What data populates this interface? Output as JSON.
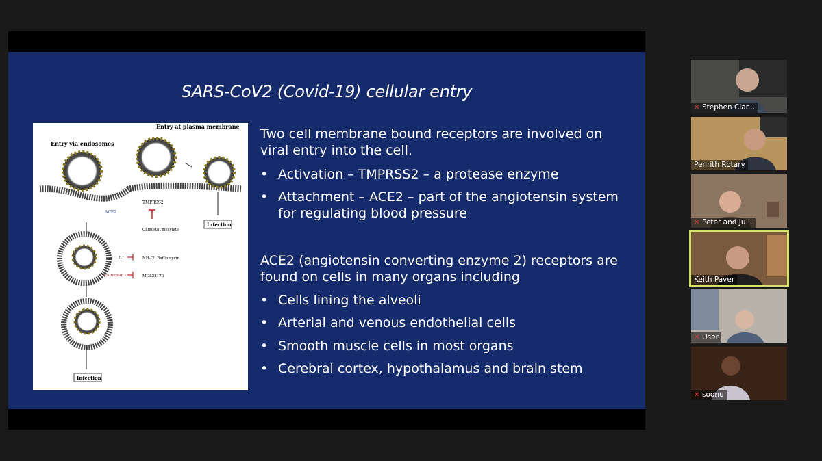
{
  "slide": {
    "title": "SARS-CoV2 (Covid-19) cellular entry",
    "para1": "Two cell membrane bound receptors are involved on viral entry into the cell.",
    "bullets1": [
      "Activation – TMPRSS2 – a protease enzyme",
      "Attachment – ACE2 – part of the angiotensin system for regulating blood pressure"
    ],
    "para2": "ACE2 (angiotensin converting enzyme 2) receptors are found on cells in many organs including",
    "bullets2": [
      "Cells lining the alveoli",
      "Arterial and venous endothelial cells",
      "Smooth muscle cells in most organs",
      "Cerebral cortex, hypothalamus and brain stem"
    ],
    "figure": {
      "entry_plasma": "Entry at plasma membrane",
      "entry_endosomes": "Entry via endosomes",
      "ace2": "ACE2",
      "tmprss2": "TMPRSS2",
      "camostat": "Camostat mesylate",
      "infection": "Infection",
      "nh4cl": "NH₄Cl, Bafilomycin",
      "cathepsin": "Cathepsin L",
      "mdl": "MDL28170",
      "h_plus": "H⁺"
    }
  },
  "participants": [
    {
      "name": "Stephen Clar...",
      "muted": true
    },
    {
      "name": "Penrith Rotary",
      "muted": false
    },
    {
      "name": "Peter and Ju...",
      "muted": true
    },
    {
      "name": "Keith Paver",
      "muted": false,
      "active": true
    },
    {
      "name": "User",
      "muted": true
    },
    {
      "name": "soonu",
      "muted": true
    }
  ],
  "colors": {
    "slide_bg": "#152b6b",
    "active_border": "#d6e36a",
    "muted_icon": "#e23b3b"
  }
}
